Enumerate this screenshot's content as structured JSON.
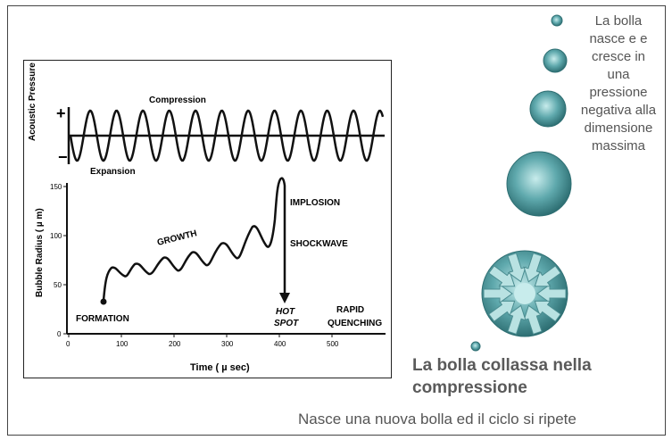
{
  "diagram": {
    "pressure_axis_label": "Acoustic Pressure",
    "plus": "+",
    "minus": "−",
    "compression": "Compression",
    "expansion": "Expansion",
    "y_axis_label": "Bubble Radius   ( µ m)",
    "x_axis_label": "Time    ( µ sec)",
    "y_ticks": [
      "150",
      "100",
      "50",
      "0"
    ],
    "x_ticks": [
      "0",
      "100",
      "200",
      "300",
      "400",
      "500"
    ],
    "formation": "FORMATION",
    "growth": "GROWTH",
    "implosion": "IMPLOSION",
    "shockwave": "SHOCKWAVE",
    "hot": "HOT",
    "spot": "SPOT",
    "rapid": "RAPID",
    "quenching": "QUENCHING"
  },
  "side": {
    "growth_note": "La bolla\nnasce e e\ncresce in\nuna\npressione\nnegativa alla\ndimensione\nmassima",
    "collapse_note": "La bolla collassa nella\ncompressione",
    "footer": "Nasce una nuova bolla ed il ciclo si ripete"
  },
  "colors": {
    "bubble_light": "#c8ecec",
    "bubble_mid": "#5fa9ad",
    "bubble_dark": "#2e6f73"
  },
  "icons": [
    "bubble-small-icon",
    "bubble-medium-icon",
    "bubble-large-icon",
    "bubble-max-icon",
    "bubble-collapse-icon",
    "new-bubble-icon"
  ]
}
